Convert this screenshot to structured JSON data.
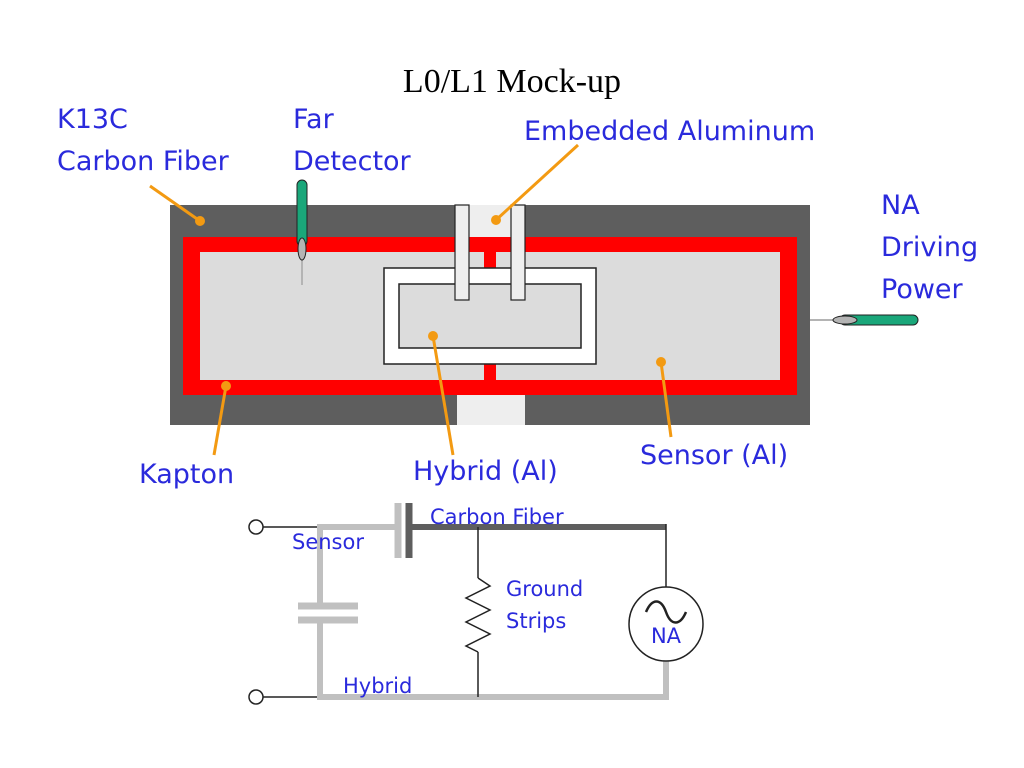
{
  "title": "L0/L1 Mock-up",
  "labels": {
    "carbon_fiber_line1": "K13C",
    "carbon_fiber_line2": "Carbon Fiber",
    "far_detector_line1": "Far",
    "far_detector_line2": "Detector",
    "embedded_aluminum": "Embedded Aluminum",
    "na_line1": "NA",
    "na_line2": "Driving",
    "na_line3": "Power",
    "kapton": "Kapton",
    "hybrid": "Hybrid (Al)",
    "sensor": "Sensor (Al)"
  },
  "circuit": {
    "carbon_fiber": "Carbon Fiber",
    "sensor": "Sensor",
    "ground_line1": "Ground",
    "ground_line2": "Strips",
    "na": "NA",
    "hybrid": "Hybrid"
  },
  "colors": {
    "carbon_fiber": "#5e5e5e",
    "kapton": "#ff0000",
    "aluminum": "#dcdcdc",
    "label_text": "#2a2adc",
    "leader": "#f39a12",
    "probe": "#1aa77a"
  }
}
